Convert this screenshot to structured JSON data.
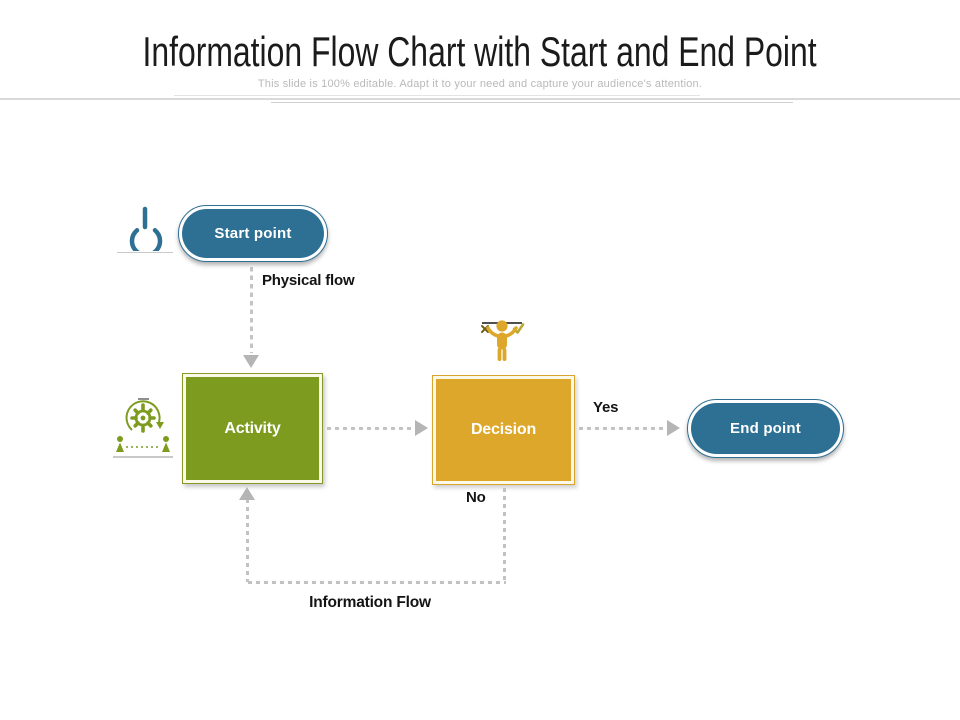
{
  "slide": {
    "title": "Information Flow Chart with Start and End Point",
    "subtitle": "This slide is 100% editable. Adapt it to your need and capture your audience's attention."
  },
  "diagram": {
    "nodes": {
      "start": {
        "label": "Start point",
        "shape": "pill",
        "color": "#2E7093",
        "icon": "power-icon"
      },
      "activity": {
        "label": "Activity",
        "shape": "rectangle",
        "color": "#7D9C1F",
        "icon": "process-gear-icon"
      },
      "decision": {
        "label": "Decision",
        "shape": "rectangle",
        "color": "#DDA72B",
        "icon": "person-choice-icon"
      },
      "end": {
        "label": "End point",
        "shape": "pill",
        "color": "#2E7093"
      }
    },
    "connectors": {
      "start_to_activity": {
        "label": "Physical flow",
        "style": "dashed"
      },
      "activity_to_decision": {
        "style": "dotted"
      },
      "decision_to_end": {
        "label": "Yes",
        "style": "dotted"
      },
      "decision_to_activity": {
        "label": "No",
        "style": "dotted"
      },
      "feedback_loop": {
        "label": "Information Flow",
        "style": "dotted"
      }
    },
    "colors": {
      "node_blue": "#2E7093",
      "activity_green": "#7D9C1F",
      "decision_amber": "#DDA72B",
      "connector_gray": "#C2C2C2",
      "label_black": "#141414",
      "subtitle_gray": "#B9B9B9"
    }
  }
}
